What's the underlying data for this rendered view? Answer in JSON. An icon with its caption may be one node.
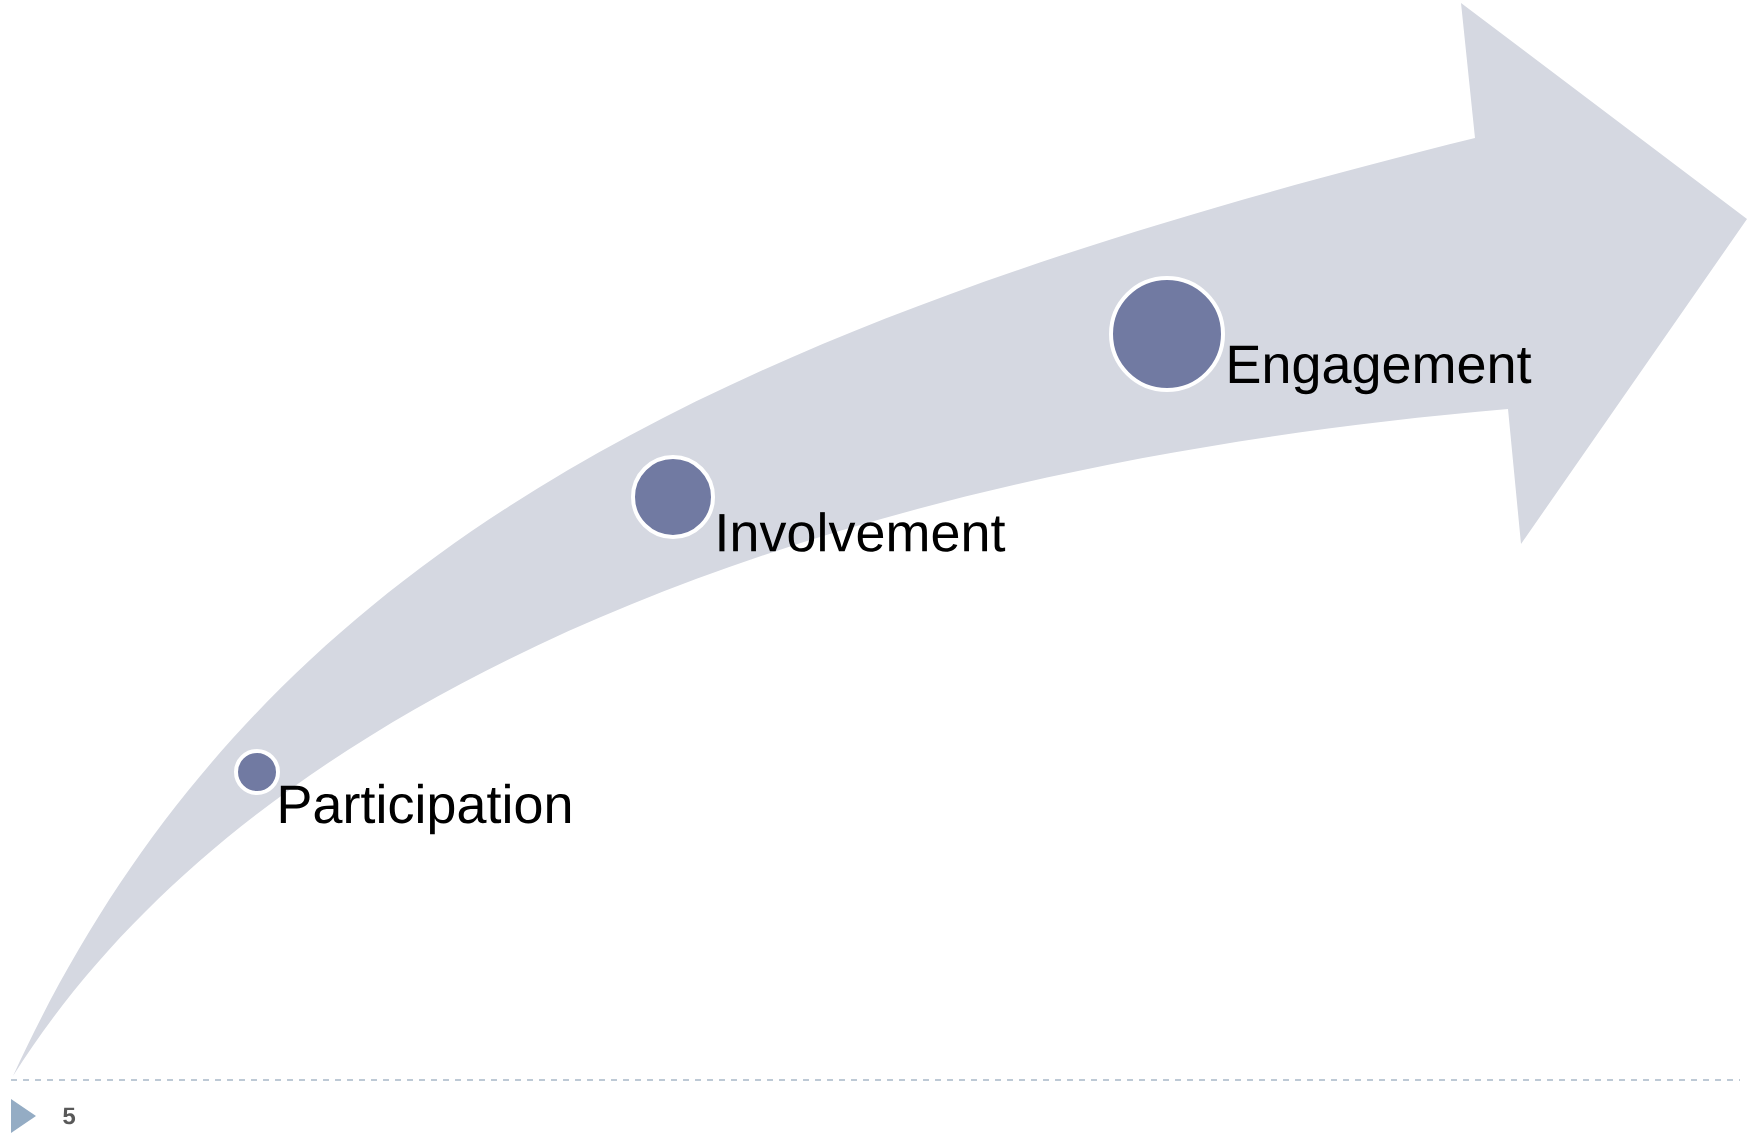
{
  "diagram": {
    "nodes": [
      {
        "text": [],
        "shape": "circle",
        "beside": [
          "Participation"
        ]
      },
      {
        "text": [],
        "shape": "circle",
        "beside": [
          "Involvement"
        ]
      },
      {
        "text": [],
        "shape": "circle",
        "beside": [
          "Engagement"
        ]
      }
    ],
    "labels": [
      "5"
    ]
  }
}
